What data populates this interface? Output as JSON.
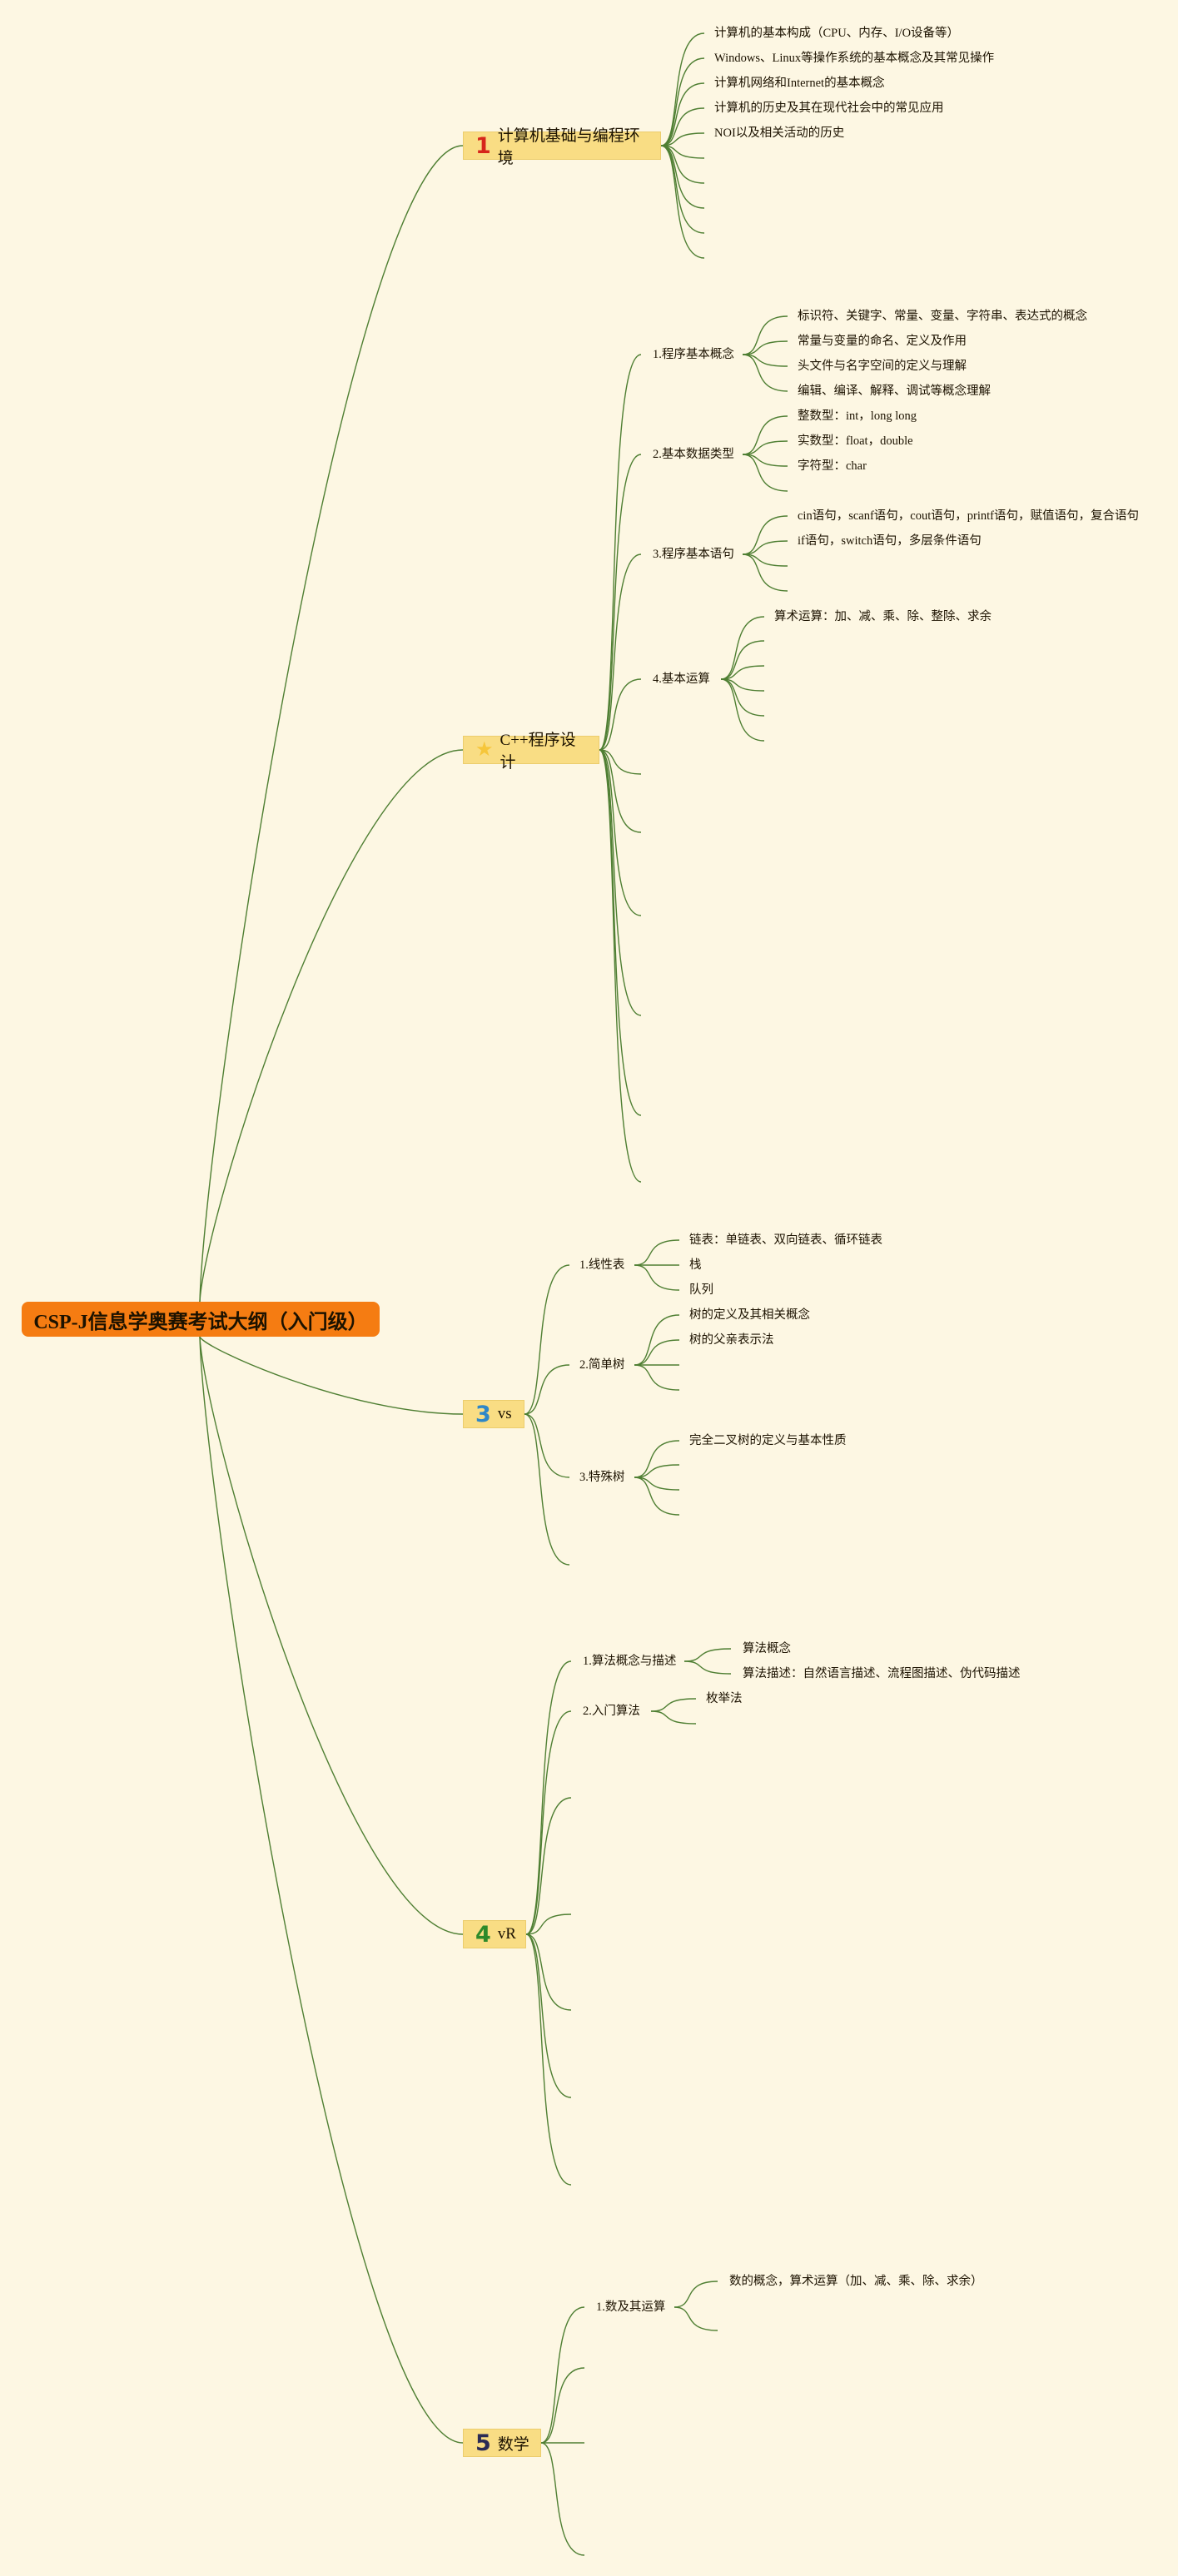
{
  "root": {
    "label": "CSP-J信息学奥赛考试大纲（入门级）"
  },
  "topics": [
    {
      "badge": "1",
      "badge_color": "#d6261b",
      "label": "计算机基础与编程环境"
    },
    {
      "badge": "",
      "badge_color": "#f6c63a",
      "label": "C++程序设计"
    },
    {
      "badge": "3",
      "badge_color": "#2d87c8",
      "label": "vs"
    },
    {
      "badge": "4",
      "badge_color": "#2e8a2a",
      "label": "vR"
    },
    {
      "badge": "5",
      "badge_color": "#2b2b55",
      "label": "数学"
    }
  ],
  "basics": {
    "items": [
      "计算机的基本构成（CPU、内存、I/O设备等）",
      "Windows、Linux等操作系统的基本概念及其常见操作",
      "计算机网络和Internet的基本概念",
      "计算机的历史及其在现代社会中的常见应用",
      "NOI以及相关活动的历史"
    ]
  },
  "cpp": {
    "sections": [
      {
        "label": "1.程序基本概念",
        "items": [
          "标识符、关键字、常量、变量、字符串、表达式的概念",
          "常量与变量的命名、定义及作用",
          "头文件与名字空间的定义与理解",
          "编辑、编译、解释、调试等概念理解"
        ]
      },
      {
        "label": "2.基本数据类型",
        "items": [
          "整数型：int，long long",
          "实数型：float，double",
          "字符型：char"
        ]
      },
      {
        "label": "3.程序基本语句",
        "items": [
          "cin语句，scanf语句，cout语句，printf语句，赋值语句，复合语句",
          "if语句，switch语句，多层条件语句"
        ]
      },
      {
        "label": "4.基本运算",
        "items": [
          "算术运算：加、减、乘、除、整除、求余"
        ]
      }
    ]
  },
  "ds": {
    "sections": [
      {
        "label": "1.线性表",
        "items": [
          "链表：单链表、双向链表、循环链表",
          "栈",
          "队列"
        ]
      },
      {
        "label": "2.简单树",
        "items": [
          "树的定义及其相关概念",
          "树的父亲表示法"
        ]
      },
      {
        "label": "3.特殊树",
        "items": [
          "完全二叉树的定义与基本性质"
        ]
      }
    ]
  },
  "algo": {
    "sections": [
      {
        "label": "1.算法概念与描述",
        "items": [
          "算法概念",
          "算法描述：自然语言描述、流程图描述、伪代码描述"
        ]
      },
      {
        "label": "2.入门算法",
        "items": [
          "枚举法"
        ]
      }
    ]
  },
  "math": {
    "sections": [
      {
        "label": "1.数及其运算",
        "items": [
          "数的概念，算术运算（加、减、乘、除、求余）"
        ]
      }
    ]
  }
}
